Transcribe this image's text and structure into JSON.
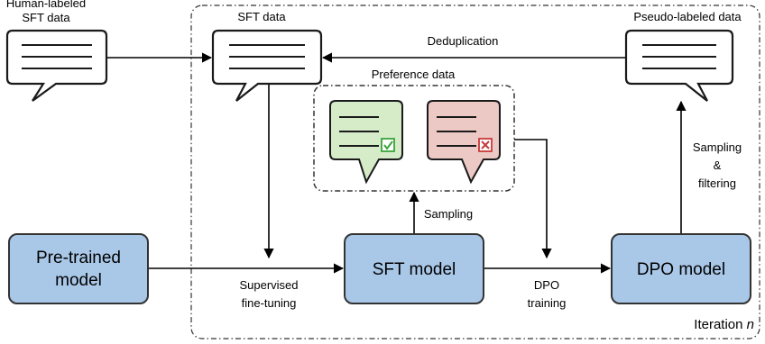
{
  "labels": {
    "human_sft": [
      "Human-labeled",
      "SFT data"
    ],
    "sft_data": "SFT data",
    "pseudo_labeled": "Pseudo-labeled data",
    "deduplication": "Deduplication",
    "preference_data": "Preference data",
    "sampling_filtering": [
      "Sampling",
      "&",
      "filtering"
    ],
    "sampling": "Sampling",
    "supervised_ft": [
      "Supervised",
      "fine-tuning"
    ],
    "dpo_training": [
      "DPO",
      "training"
    ],
    "iteration_prefix": "Iteration ",
    "iteration_var": "n"
  },
  "models": {
    "pretrained": [
      "Pre-trained",
      "model"
    ],
    "sft": "SFT model",
    "dpo": "DPO model"
  },
  "colors": {
    "model_fill": "#a9c8e8",
    "model_stroke": "#333333",
    "doc_good_fill": "#d6ecc9",
    "doc_bad_fill": "#ecc9c5",
    "check_color": "#3aa33a",
    "cross_color": "#c83a3a"
  },
  "icons": [
    "check-icon",
    "cross-icon",
    "document-icon"
  ]
}
